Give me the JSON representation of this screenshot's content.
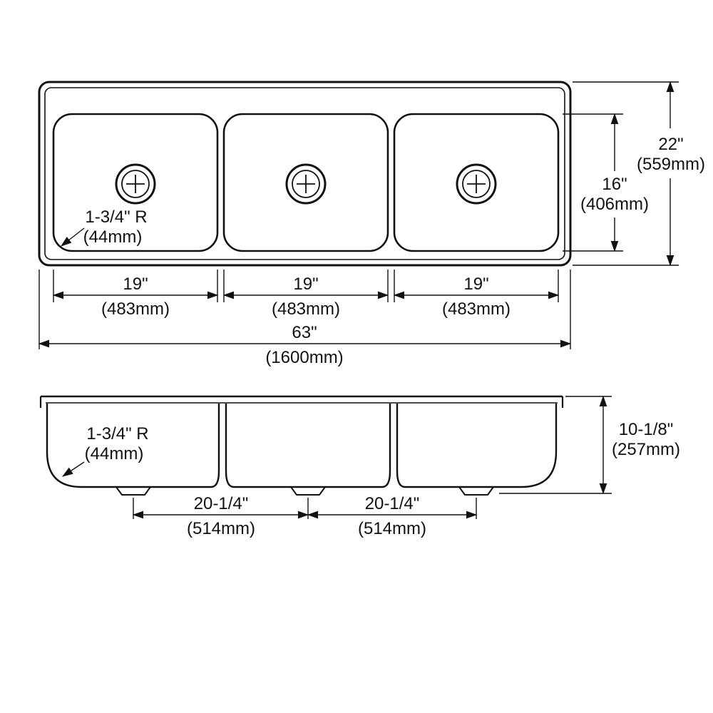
{
  "page": {
    "background": "#ffffff",
    "line_color": "#111111",
    "description": "Technical dimension drawing of a triple-bowl sink, top view and front section view"
  },
  "top_view": {
    "radius_in": "1-3/4\" R",
    "radius_mm": "(44mm)",
    "bowl_width_in": "19\"",
    "bowl_width_mm": "(483mm)",
    "overall_width_in": "63\"",
    "overall_width_mm": "(1600mm)",
    "overall_depth_in": "22\"",
    "overall_depth_mm": "(559mm)",
    "bowl_depth_in": "16\"",
    "bowl_depth_mm": "(406mm)"
  },
  "side_view": {
    "radius_in": "1-3/4\" R",
    "radius_mm": "(44mm)",
    "height_in": "10-1/8\"",
    "height_mm": "(257mm)",
    "drain_spacing_in": "20-1/4\"",
    "drain_spacing_mm": "(514mm)"
  }
}
